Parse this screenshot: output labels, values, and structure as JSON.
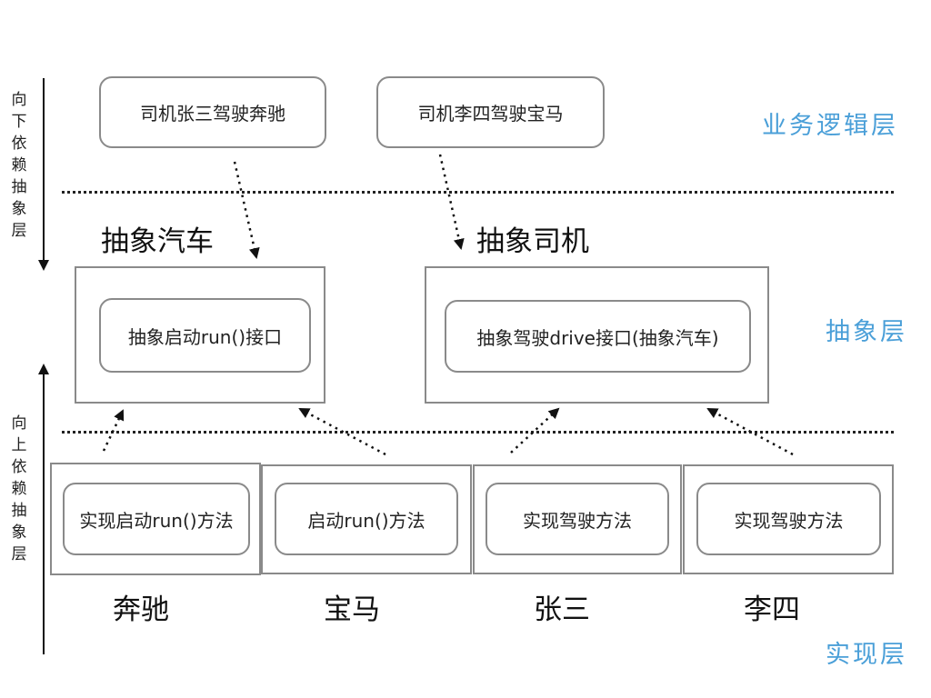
{
  "side_labels": {
    "top": "向下依赖抽象层",
    "bottom": "向上依赖抽象层"
  },
  "layers": {
    "business": "业务逻辑层",
    "abstract": "抽象层",
    "impl": "实现层"
  },
  "business_boxes": {
    "zhangsan": "司机张三驾驶奔驰",
    "lisi": "司机李四驾驶宝马"
  },
  "abstract": {
    "car_title": "抽象汽车",
    "car_method": "抽象启动run()接口",
    "driver_title": "抽象司机",
    "driver_method": "抽象驾驶drive接口(抽象汽车)"
  },
  "impl": [
    {
      "method": "实现启动run()方法",
      "name": "奔驰"
    },
    {
      "method": "启动run()方法",
      "name": "宝马"
    },
    {
      "method": "实现驾驶方法",
      "name": "张三"
    },
    {
      "method": "实现驾驶方法",
      "name": "李四"
    }
  ]
}
